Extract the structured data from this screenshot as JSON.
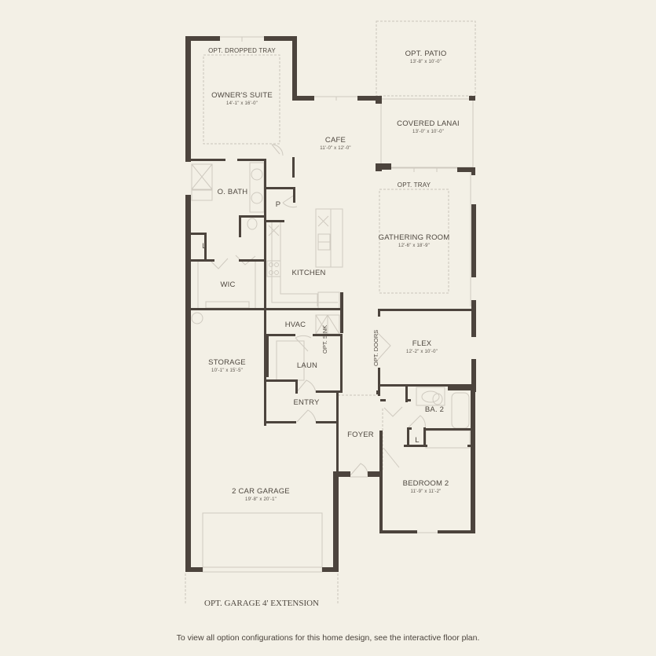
{
  "floorplan": {
    "colors": {
      "background": "#f3f0e6",
      "wall": "#4c443d",
      "fixture": "#cfcac0",
      "dashed": "#c9c4ba",
      "text": "#4f4840"
    },
    "rooms": [
      {
        "id": "owners-suite",
        "name": "OWNER'S SUITE",
        "dims": "14'-1\" x 16'-0\""
      },
      {
        "id": "cafe",
        "name": "CAFE",
        "dims": "11'-0\" x 12'-0\""
      },
      {
        "id": "opt-patio",
        "name": "OPT. PATIO",
        "dims": "13'-8\" x 10'-0\""
      },
      {
        "id": "covered-lanai",
        "name": "COVERED LANAI",
        "dims": "13'-0\" x 10'-0\""
      },
      {
        "id": "gathering-room",
        "name": "GATHERING ROOM",
        "dims": "12'-6\" x 18'-9\""
      },
      {
        "id": "storage",
        "name": "STORAGE",
        "dims": "10'-1\" x 15'-5\""
      },
      {
        "id": "flex",
        "name": "FLEX",
        "dims": "12'-2\" x 10'-0\""
      },
      {
        "id": "bedroom-2",
        "name": "BEDROOM 2",
        "dims": "11'-9\" x 11'-2\""
      },
      {
        "id": "garage",
        "name": "2 CAR GARAGE",
        "dims": "19'-8\" x 20'-1\""
      }
    ],
    "labels": {
      "opt_dropped_tray": "OPT. DROPPED TRAY",
      "opt_tray": "OPT. TRAY",
      "o_bath": "O. BATH",
      "pantry": "P",
      "linen_1": "L",
      "linen_2": "L",
      "wic": "WIC",
      "kitchen": "KITCHEN",
      "hvac": "HVAC",
      "opt_sink": "OPT. SINK",
      "laun": "LAUN",
      "entry": "ENTRY",
      "opt_doors": "OPT. DOORS",
      "ba2": "BA. 2",
      "foyer": "FOYER",
      "opt_garage_ext": "OPT. GARAGE 4' EXTENSION"
    }
  },
  "footer": {
    "text": "To view all option configurations for this home design, see the interactive floor plan."
  }
}
